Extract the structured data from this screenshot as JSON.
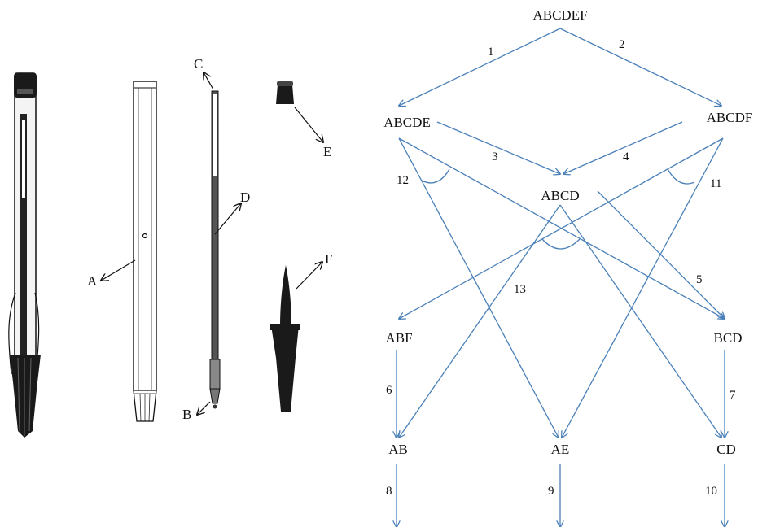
{
  "colors": {
    "arrow": "#4a80b8",
    "ink": "#111111",
    "pen_body": "#1a1a1a",
    "refill": "#555555",
    "tip": "#777777"
  },
  "pen_parts": {
    "callouts": [
      "A",
      "B",
      "C",
      "D",
      "E",
      "F"
    ]
  },
  "tree": {
    "nodes": {
      "root": "ABCDEF",
      "abcde": "ABCDE",
      "abcdf": "ABCDF",
      "abcd": "ABCD",
      "abf": "ABF",
      "bcd": "BCD",
      "ab": "AB",
      "ae": "AE",
      "cd": "CD"
    },
    "edges": {
      "e1": "1",
      "e2": "2",
      "e3": "3",
      "e4": "4",
      "e5": "5",
      "e6": "6",
      "e7": "7",
      "e8": "8",
      "e9": "9",
      "e10": "10",
      "e11": "11",
      "e12": "12",
      "e13": "13"
    }
  }
}
